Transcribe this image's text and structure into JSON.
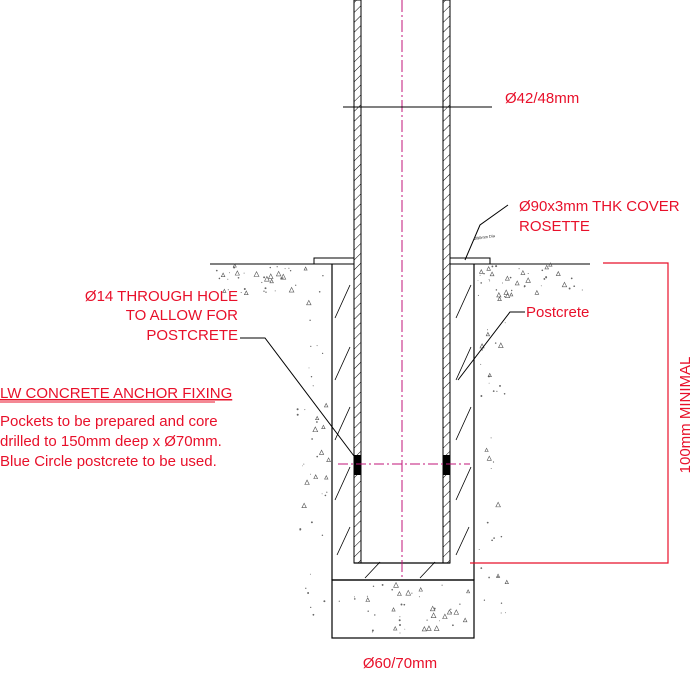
{
  "labels": {
    "post_diameter": "Ø42/48mm",
    "cover_rosette_line1": "Ø90x3mm THK COVER",
    "cover_rosette_line2": "ROSETTE",
    "rosette_small_tag": "Ø90mm Dia",
    "through_hole_line1": "Ø14 THROUGH HOLE",
    "through_hole_line2": "TO ALLOW FOR",
    "through_hole_line3": "POSTCRETE",
    "postcrete": "Postcrete",
    "minimal_depth": "100mm MINIMAL",
    "anchor_title": "LW CONCRETE ANCHOR FIXING",
    "anchor_note_line1": "Pockets to be prepared and core",
    "anchor_note_line2": "drilled to 150mm deep x Ø70mm.",
    "anchor_note_line3": "Blue Circle postcrete to be used.",
    "core_diameter": "Ø60/70mm"
  },
  "colors": {
    "annotation": "#e8102a",
    "centerline": "#c0147a",
    "linework": "#000000",
    "concrete_speckle": "#555555"
  }
}
